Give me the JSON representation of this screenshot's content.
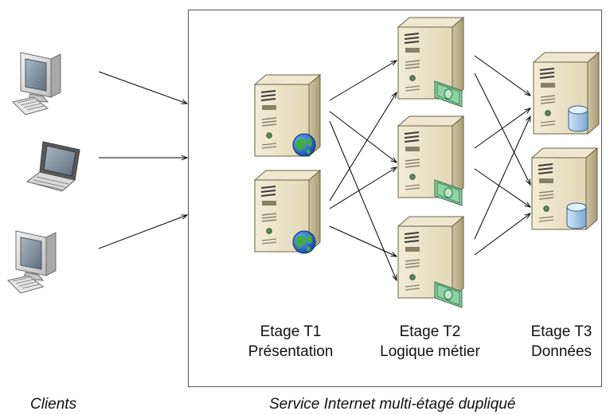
{
  "tiers": [
    {
      "name": "Etage T1",
      "role": "Présentation"
    },
    {
      "name": "Etage T2",
      "role": "Logique métier"
    },
    {
      "name": "Etage T3",
      "role": "Données"
    }
  ],
  "captions": {
    "clients": "Clients",
    "service": "Service Internet multi-étagé dupliqué"
  },
  "icons": {
    "client": [
      "desktop-computer-icon",
      "laptop-icon",
      "desktop-computer-icon"
    ],
    "t1": "web-server-icon",
    "t2": "application-server-icon",
    "t3": "database-server-icon"
  },
  "colors": {
    "server_body": "#e6dcbf",
    "server_dark": "#9c8f6d",
    "monitor_frame": "#d9d9d9",
    "screen": "#8a9aa8",
    "globe": "#2a6fd6",
    "money": "#6fbf8a",
    "database": "#9fc4e6",
    "border": "#555555",
    "arrow": "#000000"
  }
}
